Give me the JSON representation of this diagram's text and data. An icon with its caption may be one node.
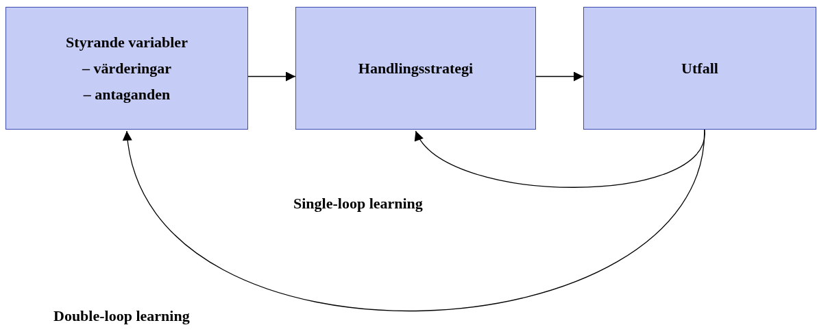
{
  "diagram": {
    "nodes": [
      {
        "text": [
          "Styrande variabler",
          "– värderingar",
          "– antaganden"
        ]
      },
      {
        "text": [
          "Handlingsstrategi"
        ]
      },
      {
        "text": [
          "Utfall"
        ]
      }
    ],
    "edges": [
      {
        "from": 0,
        "to": 1,
        "arrow": "to"
      },
      {
        "from": 1,
        "to": 2,
        "arrow": "to"
      },
      {
        "from": 2,
        "to": 1,
        "arrow": "to",
        "label": "Single-loop learning"
      },
      {
        "from": 2,
        "to": 0,
        "arrow": "to",
        "label": "Double-loop learning"
      }
    ]
  }
}
